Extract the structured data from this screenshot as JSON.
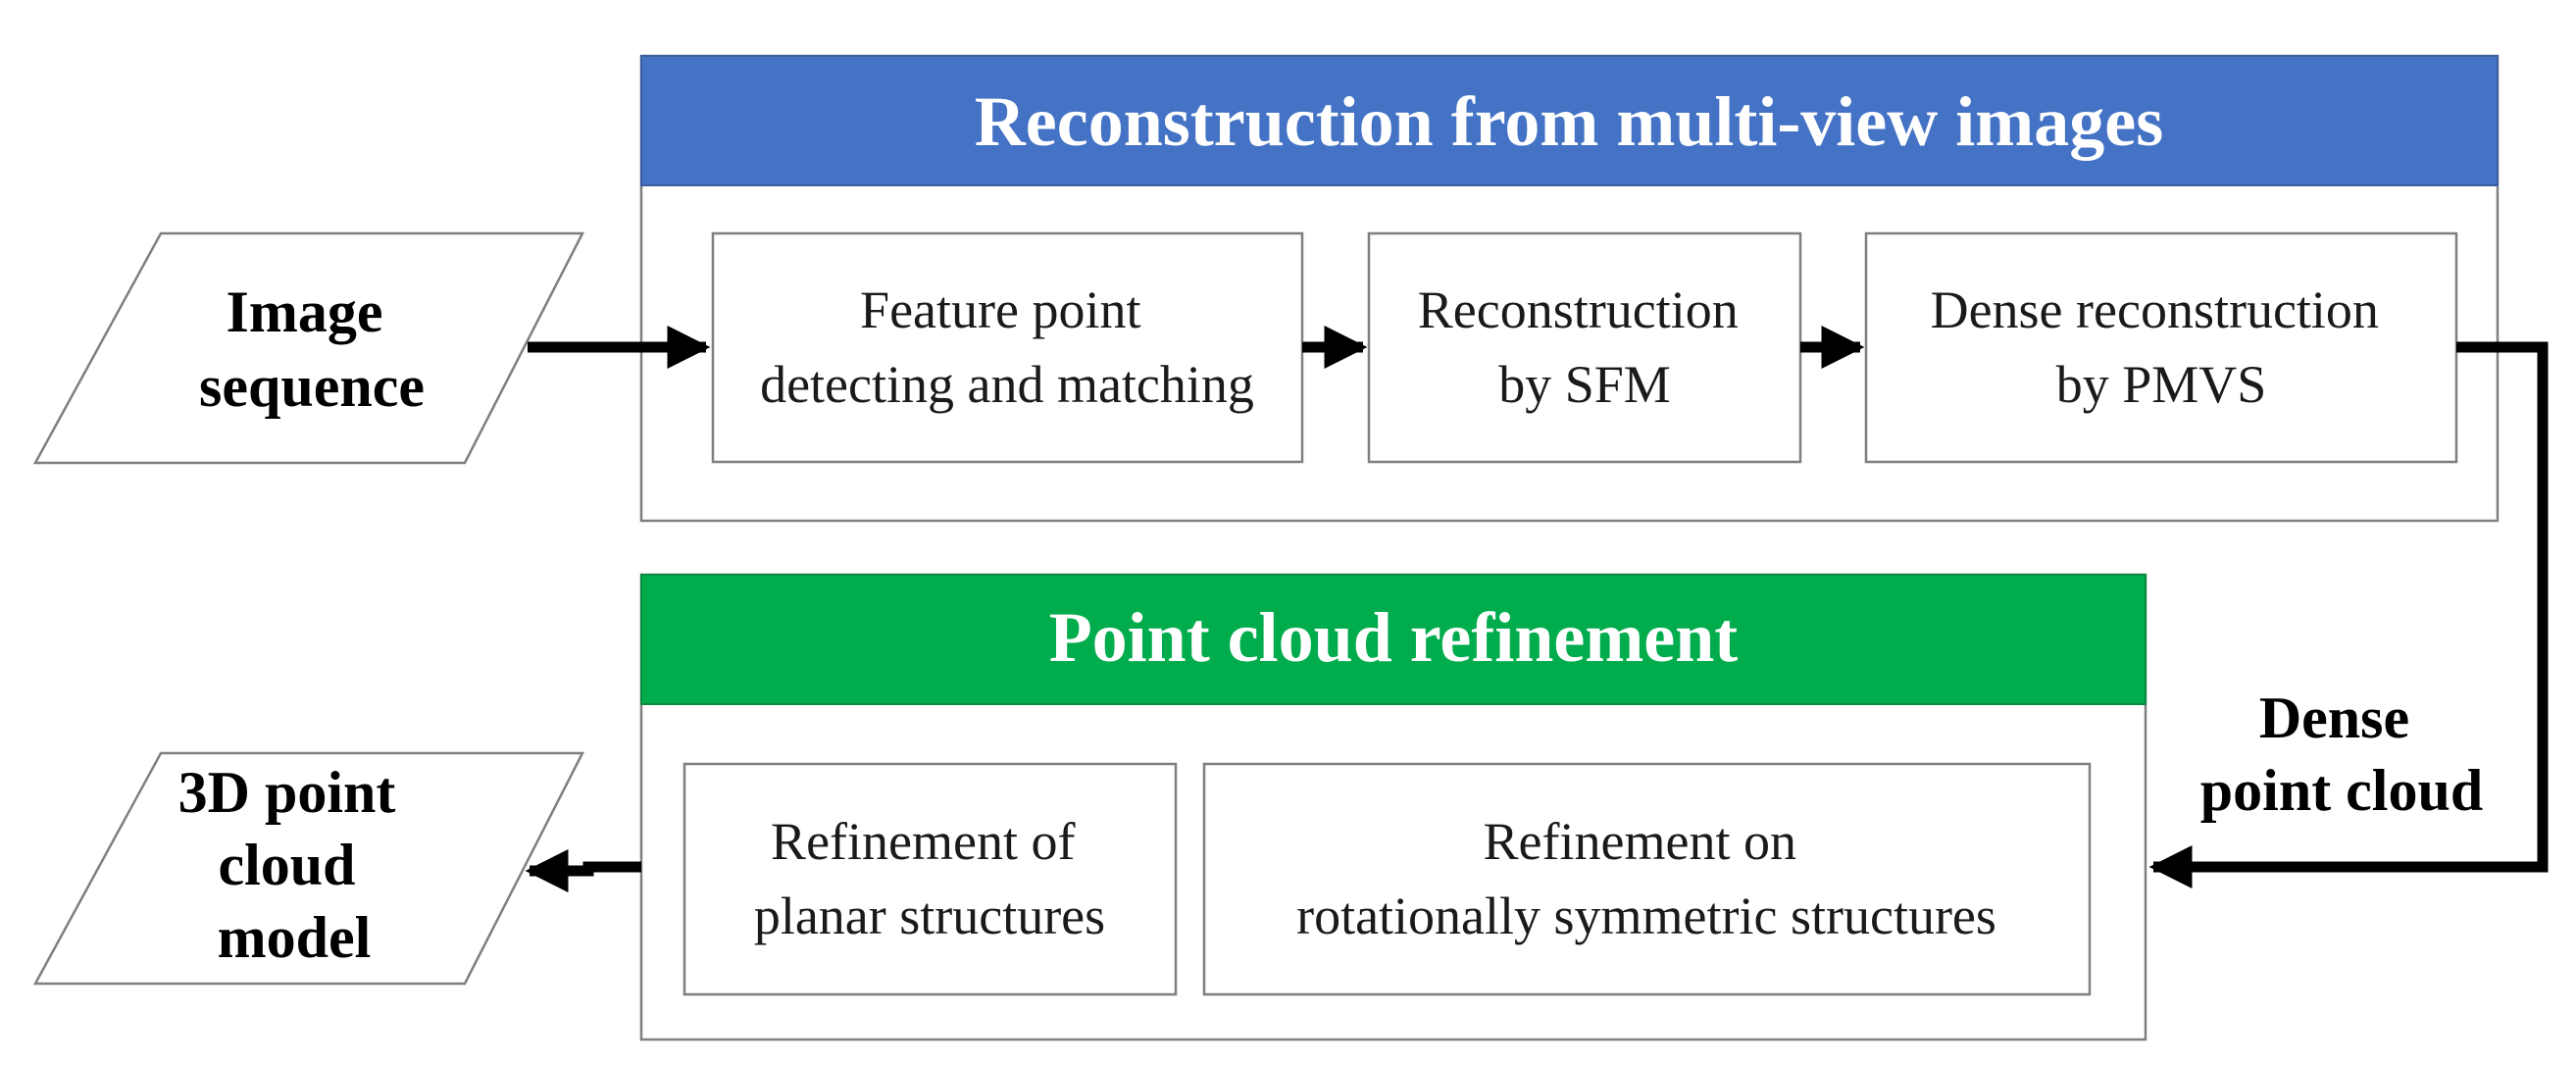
{
  "colors": {
    "top_header": "#4472C4",
    "bottom_header": "#00AC4C",
    "border": "#7f7f7f",
    "arrow": "#000000"
  },
  "top_stage": {
    "title": "Reconstruction from multi-view images",
    "steps": [
      {
        "lines": [
          "Feature point",
          "detecting and matching"
        ]
      },
      {
        "lines": [
          "Reconstruction",
          "by SFM"
        ]
      },
      {
        "lines": [
          "Dense reconstruction",
          "by PMVS"
        ]
      }
    ]
  },
  "bottom_stage": {
    "title": "Point cloud refinement",
    "steps": [
      {
        "lines": [
          "Refinement of",
          "planar structures"
        ]
      },
      {
        "lines": [
          "Refinement on",
          "rotationally symmetric structures"
        ]
      }
    ]
  },
  "input": {
    "lines": [
      "Image",
      "sequence"
    ]
  },
  "output": {
    "lines": [
      "3D point",
      "cloud",
      "model"
    ]
  },
  "connector_label": {
    "lines": [
      "Dense",
      "point cloud"
    ]
  }
}
